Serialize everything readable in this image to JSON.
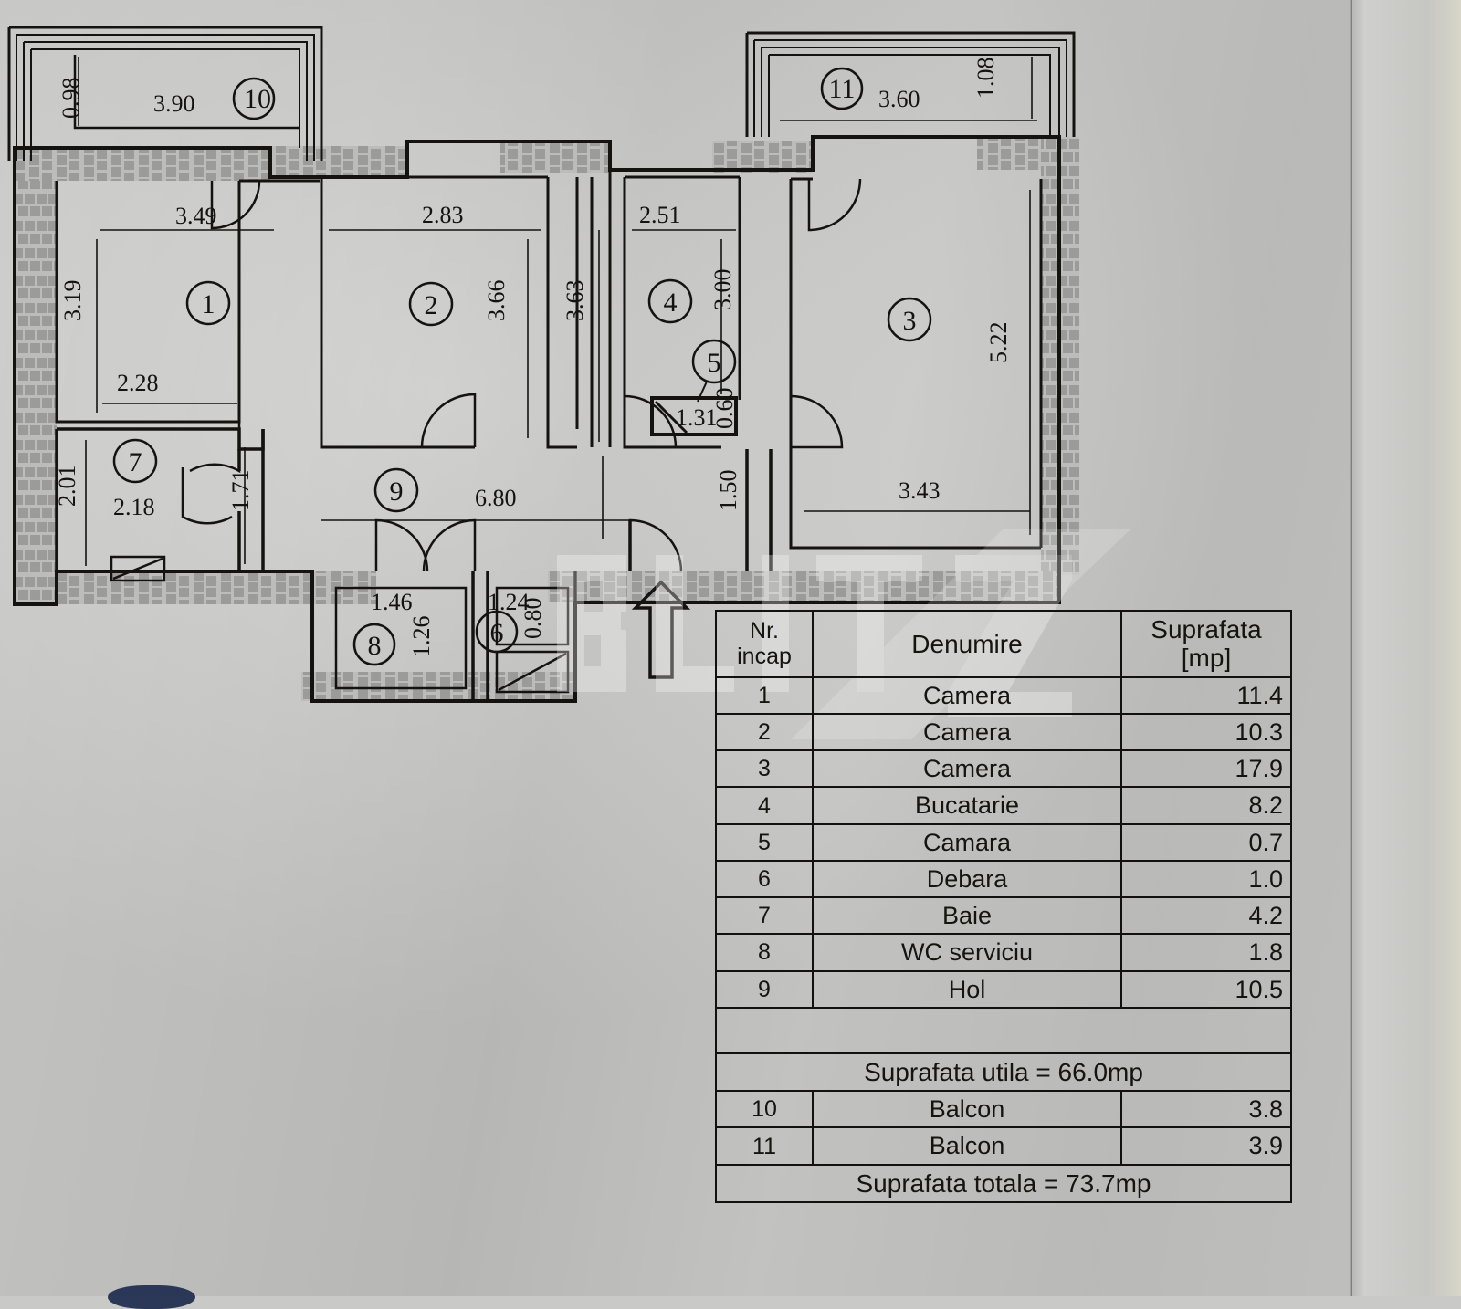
{
  "document": {
    "type": "apartment-floor-plan",
    "watermark_text": "BLITZ",
    "north_arrow": "north-arrow"
  },
  "table": {
    "header": {
      "nr": "Nr.",
      "nr2": "incap",
      "denumire": "Denumire",
      "suprafata": "Suprafata",
      "unit": "[mp]"
    },
    "rows": [
      {
        "nr": "1",
        "denumire": "Camera",
        "suprafata": "11.4"
      },
      {
        "nr": "2",
        "denumire": "Camera",
        "suprafata": "10.3"
      },
      {
        "nr": "3",
        "denumire": "Camera",
        "suprafata": "17.9"
      },
      {
        "nr": "4",
        "denumire": "Bucatarie",
        "suprafata": "8.2"
      },
      {
        "nr": "5",
        "denumire": "Camara",
        "suprafata": "0.7"
      },
      {
        "nr": "6",
        "denumire": "Debara",
        "suprafata": "1.0"
      },
      {
        "nr": "7",
        "denumire": "Baie",
        "suprafata": "4.2"
      },
      {
        "nr": "8",
        "denumire": "WC serviciu",
        "suprafata": "1.8"
      },
      {
        "nr": "9",
        "denumire": "Hol",
        "suprafata": "10.5"
      }
    ],
    "utila_label": "Suprafata utila = 66.0mp",
    "balcony_rows": [
      {
        "nr": "10",
        "denumire": "Balcon",
        "suprafata": "3.8"
      },
      {
        "nr": "11",
        "denumire": "Balcon",
        "suprafata": "3.9"
      }
    ],
    "totala_label": "Suprafata totala = 73.7mp"
  },
  "plan": {
    "room_numbers": [
      "1",
      "2",
      "3",
      "4",
      "5",
      "6",
      "7",
      "8",
      "9",
      "10",
      "11"
    ],
    "dimensions": {
      "balcony10_width": "3.90",
      "balcony10_depth": "0.98",
      "balcony11_width": "3.60",
      "balcony11_depth": "1.08",
      "room1_top": "3.49",
      "room1_left": "3.19",
      "room1_bottom": "2.28",
      "room2_top": "2.83",
      "room2_right": "3.66",
      "room4_left": "3.63",
      "room4_top": "2.51",
      "room4_right": "3.00",
      "room3_right": "5.22",
      "room3_bottom": "3.43",
      "room5_width": "1.31",
      "room5_depth": "0.60",
      "room7_left": "2.01",
      "room7_bottom": "2.18",
      "room7_right": "1.71",
      "room8_width": "1.46",
      "room8_depth": "1.26",
      "room6_width": "1.24",
      "room6_depth": "0.80",
      "hall_length": "6.80",
      "hall_segment": "1.50"
    }
  },
  "colors": {
    "paper": "#c9c9c7",
    "ink": "#14130f",
    "wall_fill": "#b6b6b4",
    "fold": "#9d9d9a"
  }
}
